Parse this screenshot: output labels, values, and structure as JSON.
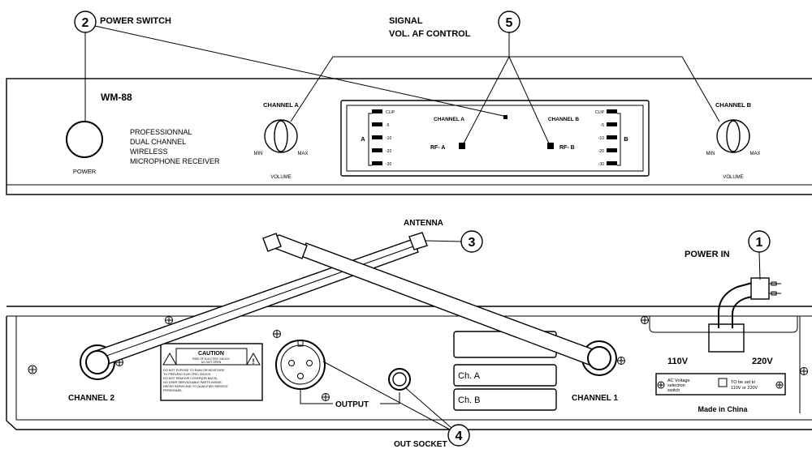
{
  "labels": {
    "power_switch": "POWER SWITCH",
    "signal": "SIGNAL",
    "vol_af_control": "VOL. AF CONTROL",
    "antenna": "ANTENNA",
    "power_in": "POWER IN",
    "output": "OUTPUT",
    "out_socket": "OUT SOCKET"
  },
  "callouts": {
    "c1": "1",
    "c2": "2",
    "c3": "3",
    "c4": "4",
    "c5": "5"
  },
  "front_panel": {
    "model": "WM-88",
    "power": "POWER",
    "description": [
      "PROFESSIONNAL",
      "DUAL CHANNEL",
      "WIRELESS",
      "MICROPHONE RECEIVER"
    ],
    "channel_a": "CHANNEL A",
    "channel_b": "CHANNEL B",
    "volume": "VOLUME",
    "min": "MIN",
    "max": "MAX",
    "display": {
      "channel_a": "CHANNEL A",
      "channel_b": "CHANNEL B",
      "rf_a": "RF- A",
      "rf_b": "RF- B",
      "meter_a": "A",
      "meter_b": "B",
      "levels": [
        "CLIP",
        "-5",
        "-10",
        "-20",
        "-30"
      ]
    }
  },
  "rear_panel": {
    "channel_2": "CHANNEL 2",
    "channel_1": "CHANNEL 1",
    "ch_a": "Ch. A",
    "ch_b": "Ch. B",
    "v110": "110V",
    "v220": "220V",
    "ac_voltage": [
      "AC Voltage",
      "selection",
      "switch"
    ],
    "to_be_set": [
      "TO be set to",
      "110V or 220V"
    ],
    "made_in": "Made in China",
    "caution_title": "CAUTION",
    "caution_sub": [
      "RISK OF ELECTRIC SHOCK",
      "DO NOT OPEN"
    ],
    "caution_text": [
      "DO NOT EXPOSE TO RAIN OR MOISTURE",
      "TO PREVENT ELECTRIC SHOCK.",
      "DO NOT REMOVE COVER(OR BACK).",
      "NO USER SERVICEABLE PARTS INSIDE.",
      "REFER SERVICING TO QUALIFIED SERVICE",
      "PERSONNEL."
    ]
  }
}
